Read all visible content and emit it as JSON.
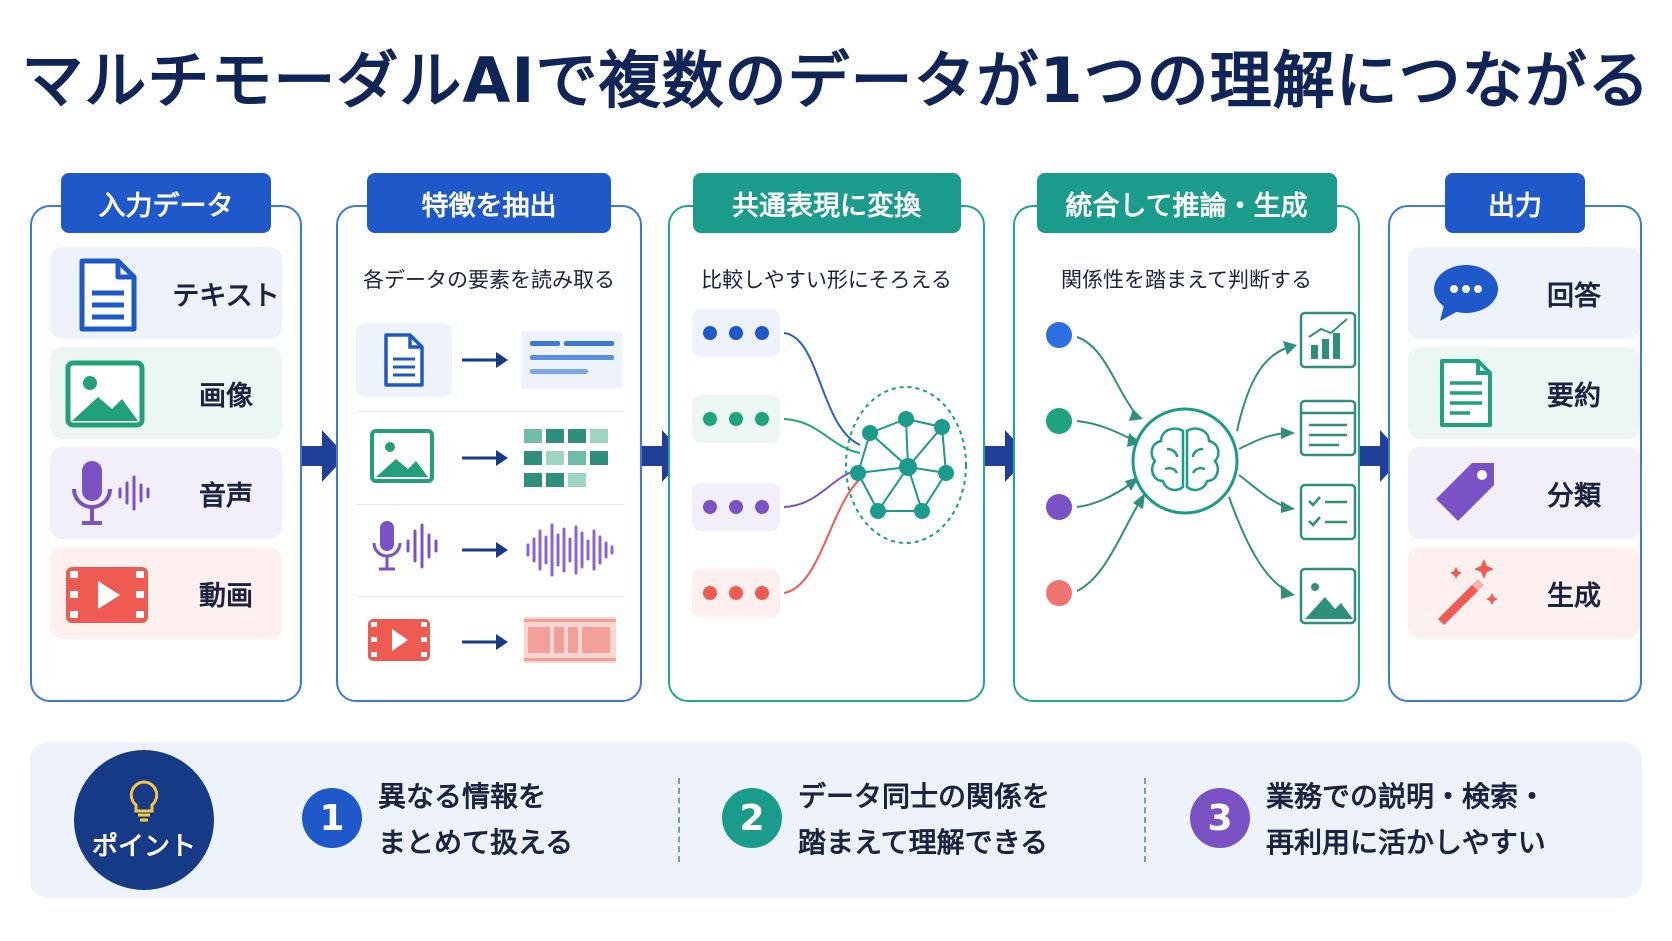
{
  "title": "マルチモーダルAIで複数のデータが1つの理解につながる",
  "panels": {
    "input": {
      "tab": "入力データ",
      "items": [
        {
          "label": "テキスト",
          "icon": "document-icon"
        },
        {
          "label": "画像",
          "icon": "image-icon"
        },
        {
          "label": "音声",
          "icon": "microphone-icon"
        },
        {
          "label": "動画",
          "icon": "video-icon"
        }
      ]
    },
    "extract": {
      "tab": "特徴を抽出",
      "subtitle": "各データの要素を読み取る"
    },
    "common": {
      "tab": "共通表現に変換",
      "subtitle": "比較しやすい形にそろえる"
    },
    "reason": {
      "tab": "統合して推論・生成",
      "subtitle": "関係性を踏まえて判断する"
    },
    "output": {
      "tab": "出力",
      "items": [
        {
          "label": "回答",
          "icon": "chat-bubble-icon"
        },
        {
          "label": "要約",
          "icon": "summary-document-icon"
        },
        {
          "label": "分類",
          "icon": "tag-icon"
        },
        {
          "label": "生成",
          "icon": "magic-wand-icon"
        }
      ]
    }
  },
  "points": {
    "badge_label": "ポイント",
    "items": [
      {
        "number": "1",
        "line1": "異なる情報を",
        "line2": "まとめて扱える"
      },
      {
        "number": "2",
        "line1": "データ同士の関係を",
        "line2": "踏まえて理解できる"
      },
      {
        "number": "3",
        "line1": "業務での説明・検索・",
        "line2": "再利用に活かしやすい"
      }
    ]
  },
  "colors": {
    "blue": "#1f58c8",
    "teal": "#1a9b8b",
    "green": "#22a07a",
    "purple": "#7a52c4",
    "red": "#ef5b52",
    "navy": "#163a86"
  }
}
